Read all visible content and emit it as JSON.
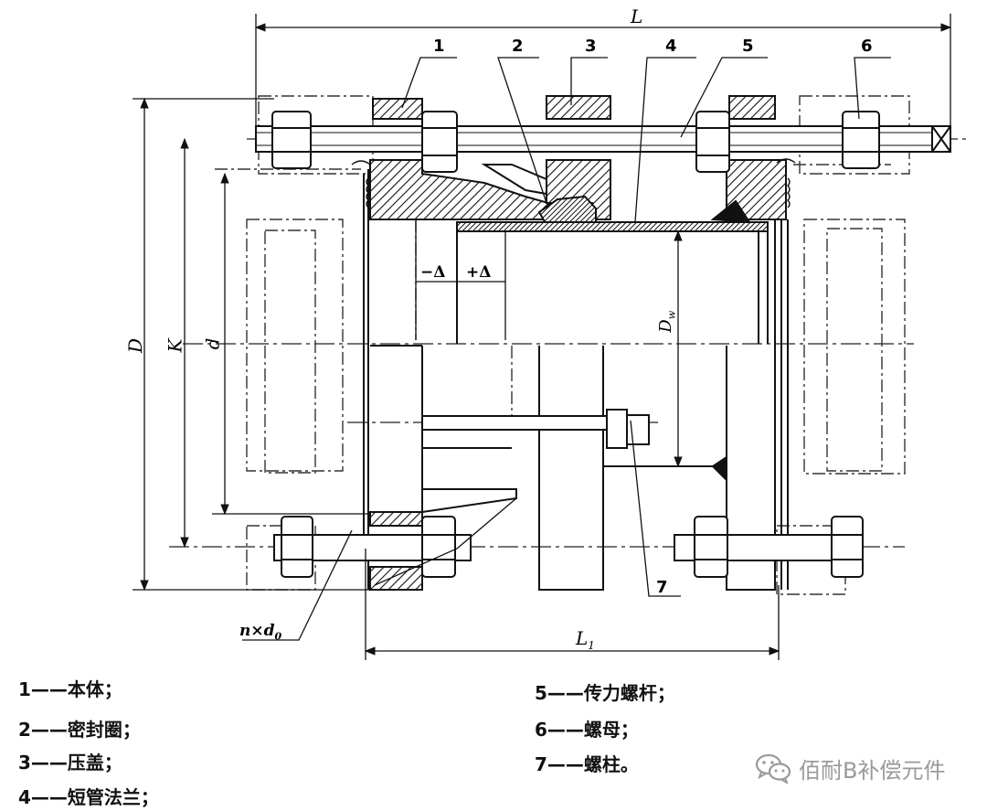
{
  "drawing": {
    "dimensions": {
      "L": "L",
      "D": "D",
      "K": "K",
      "d": "d",
      "Dw": "D",
      "Dw_sub": "w",
      "L1": "L",
      "L1_sub": "1",
      "minus_delta": "−Δ",
      "plus_delta": "+Δ",
      "hole_spec": "n×d",
      "hole_spec_sub": "0"
    },
    "callouts": [
      "1",
      "2",
      "3",
      "4",
      "5",
      "6",
      "7"
    ]
  },
  "legend": {
    "items": [
      {
        "text": "1——本体；"
      },
      {
        "text": "2——密封圈；"
      },
      {
        "text": "3——压盖；"
      },
      {
        "text": "4——短管法兰；"
      },
      {
        "text": "5——传力螺杆；"
      },
      {
        "text": "6——螺母；"
      },
      {
        "text": "7——螺柱。"
      }
    ]
  },
  "watermark": {
    "text": "佰耐B补偿元件",
    "icon": "wechat-icon"
  }
}
